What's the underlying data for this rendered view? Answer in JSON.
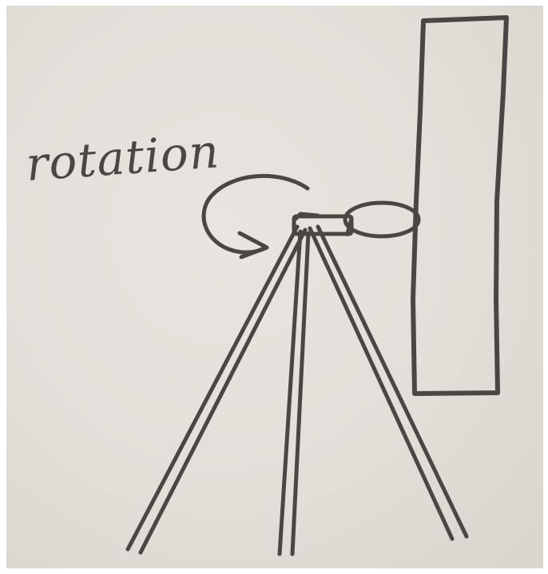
{
  "diagram": {
    "rotation_label": "rotation",
    "ink_color": "#4a4644",
    "paper_color": "#e2ded8",
    "components": [
      "tripod-mount",
      "camera-holder",
      "rectangular-panel"
    ]
  }
}
